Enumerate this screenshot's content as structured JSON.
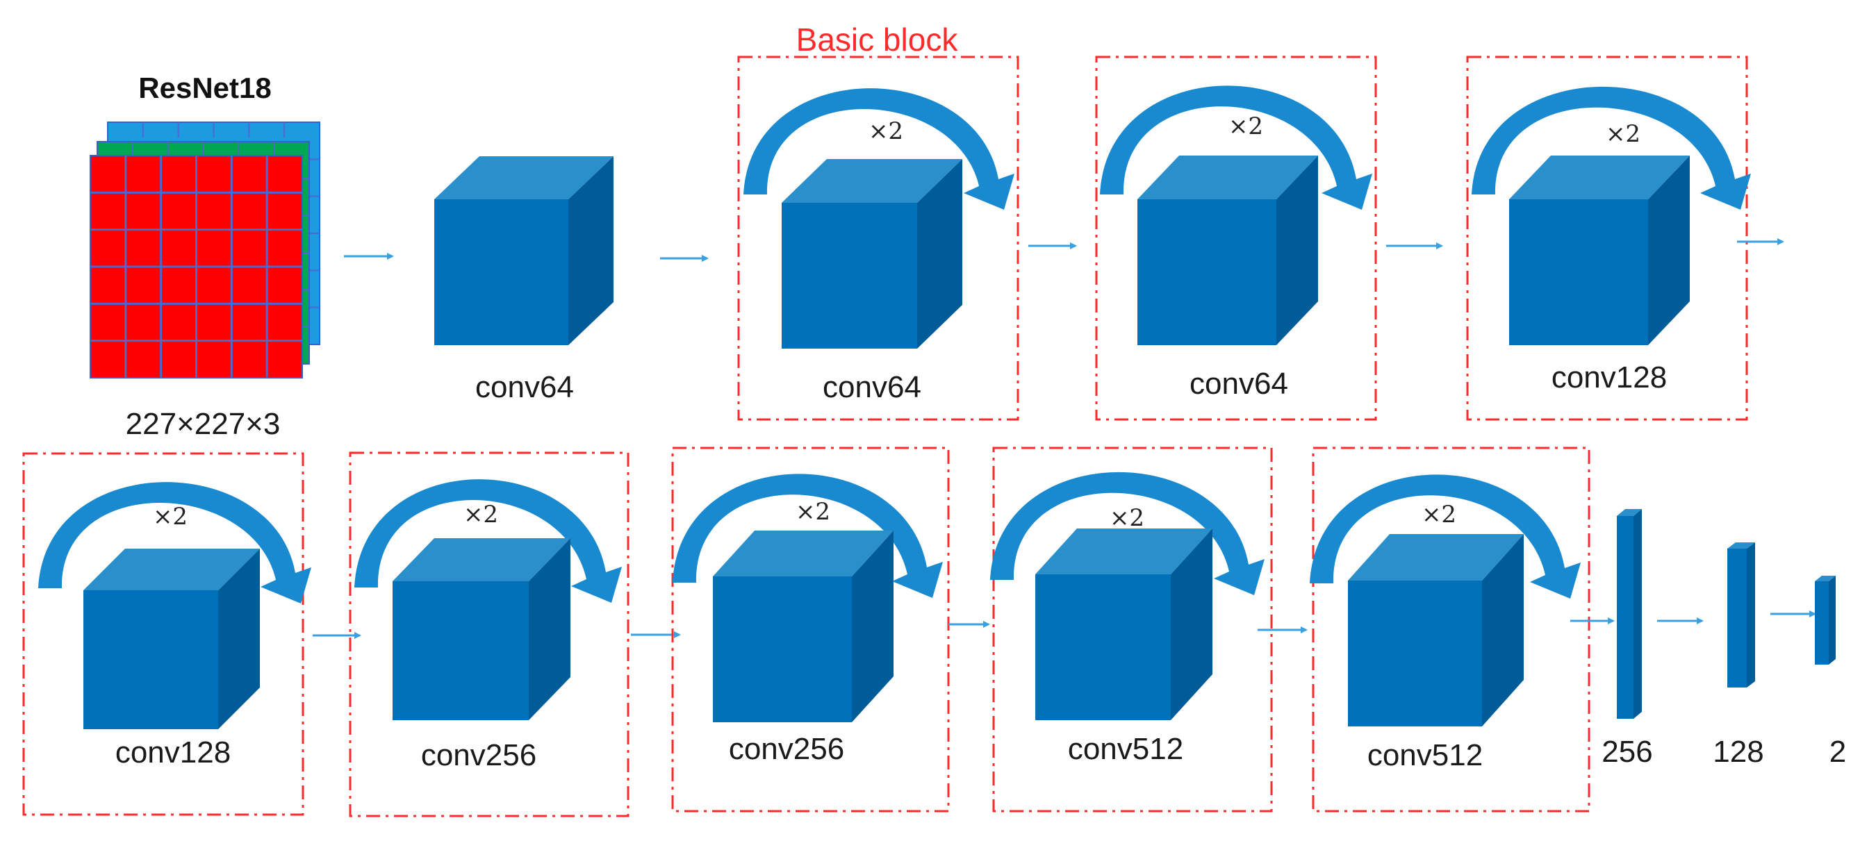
{
  "title": "ResNet18",
  "block_label": "Basic block",
  "input": {
    "label": "227×227×3",
    "grid_rows": 6,
    "grid_cols": 6,
    "layers": [
      "#ff0000",
      "#00a651",
      "#1e9be0"
    ]
  },
  "stages": [
    {
      "label": "conv64",
      "boxed": false,
      "repeat": ""
    },
    {
      "label": "conv64",
      "boxed": true,
      "repeat": "×2"
    },
    {
      "label": "conv64",
      "boxed": true,
      "repeat": "×2"
    },
    {
      "label": "conv128",
      "boxed": true,
      "repeat": "×2"
    },
    {
      "label": "conv128",
      "boxed": true,
      "repeat": "×2"
    },
    {
      "label": "conv256",
      "boxed": true,
      "repeat": "×2"
    },
    {
      "label": "conv256",
      "boxed": true,
      "repeat": "×2"
    },
    {
      "label": "conv512",
      "boxed": true,
      "repeat": "×2"
    },
    {
      "label": "conv512",
      "boxed": true,
      "repeat": "×2"
    }
  ],
  "fc_layers": [
    {
      "label": "256"
    },
    {
      "label": "128"
    },
    {
      "label": "2"
    }
  ],
  "colors": {
    "cube_front": "#0070b8",
    "cube_top": "#2b8fcc",
    "cube_side": "#005c99",
    "skip_arrow": "#1a8ad0",
    "flow_arrow": "#3aa0e0",
    "block_border": "#ff2a2a"
  }
}
